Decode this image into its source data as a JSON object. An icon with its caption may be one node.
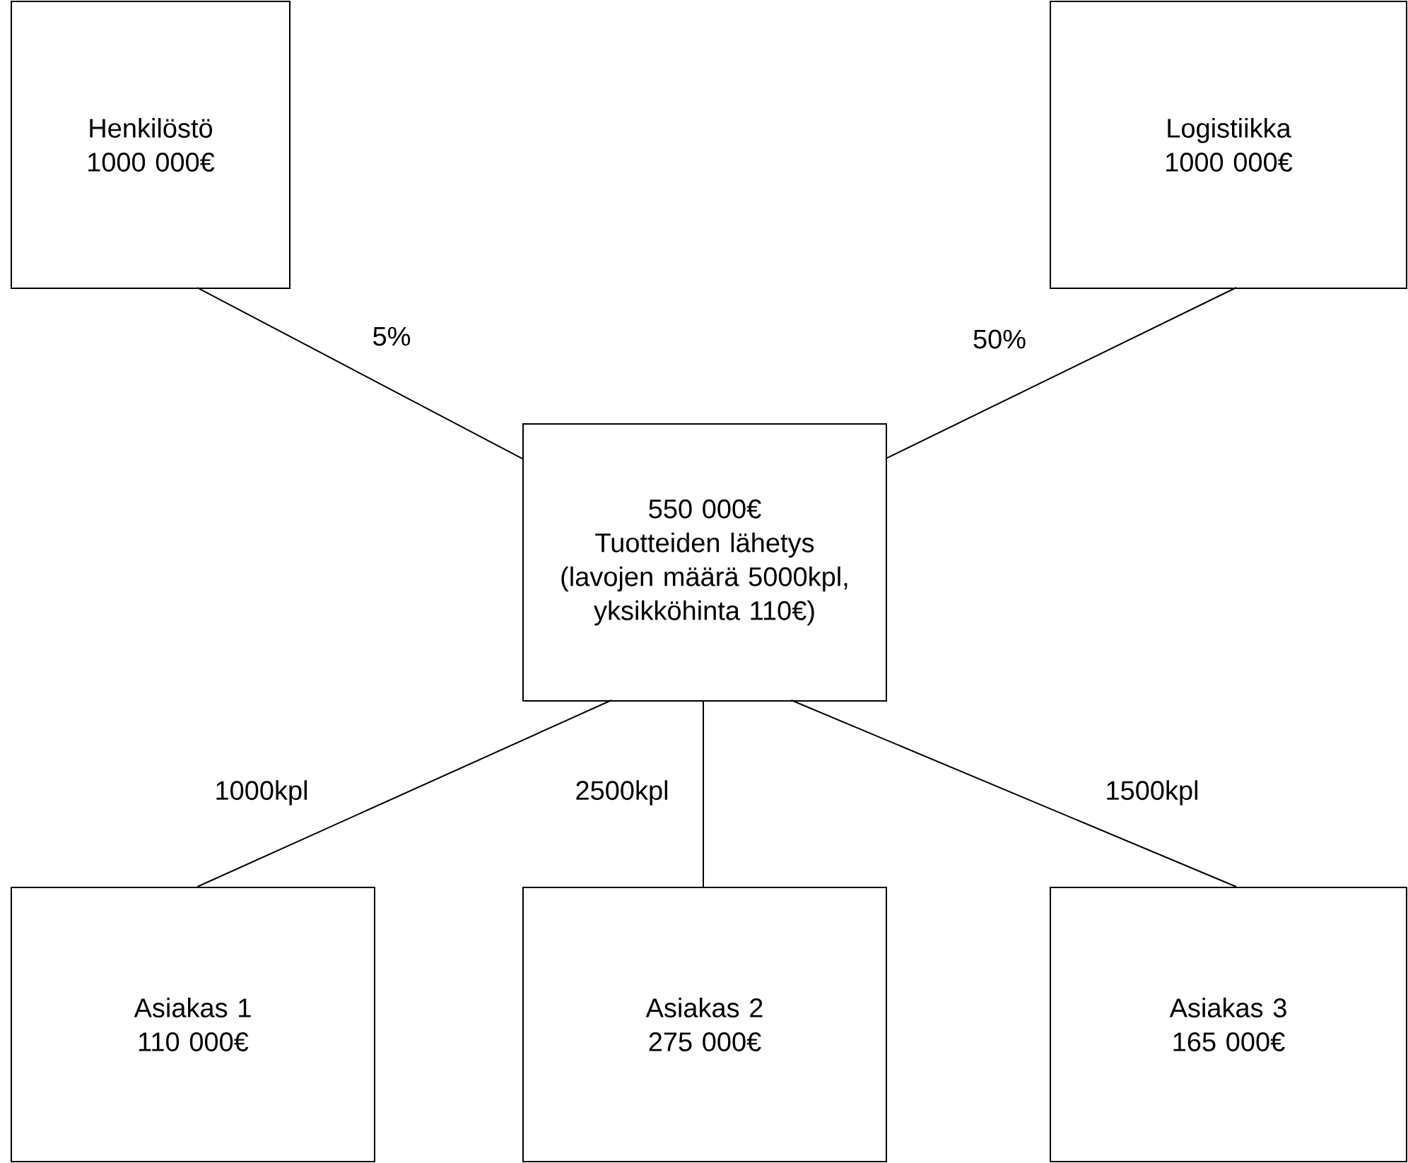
{
  "diagram": {
    "nodes": [
      {
        "text": [
          "Henkilöstö",
          "1000 000€"
        ]
      },
      {
        "text": [
          "Logistiikka",
          "1000 000€"
        ]
      },
      {
        "text": [
          "550 000€",
          "Tuotteiden lähetys (lavojen määrä 5000kpl, yksikköhinta 110€)"
        ]
      },
      {
        "text": [
          "Asiakas 1",
          "110 000€"
        ]
      },
      {
        "text": [
          "Asiakas 2",
          "275 000€"
        ]
      },
      {
        "text": [
          "Asiakas 3",
          "165 000€"
        ]
      }
    ],
    "edges": [
      {
        "from": 0,
        "to": 2,
        "arrow": "none",
        "label": "5%"
      },
      {
        "from": 1,
        "to": 2,
        "arrow": "none",
        "label": "50%"
      },
      {
        "from": 2,
        "to": 3,
        "arrow": "none",
        "label": "1000kpl"
      },
      {
        "from": 2,
        "to": 4,
        "arrow": "none",
        "label": "2500kpl"
      },
      {
        "from": 2,
        "to": 5,
        "arrow": "none",
        "label": "1500kpl"
      }
    ]
  }
}
